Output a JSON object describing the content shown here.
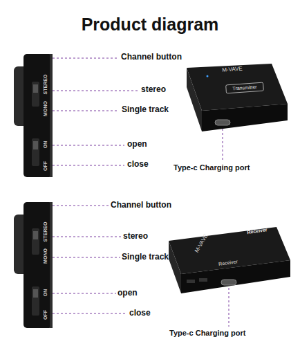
{
  "diagram": {
    "title": "Product diagram",
    "labels": [
      "Channel button",
      "stereo",
      "Single track",
      "open",
      "close",
      "STEREO",
      "MONO",
      "ON",
      "OFF",
      "M-VAVE",
      "Transmitter",
      "Type-c Charging port",
      "Channel button",
      "stereo",
      "Single track",
      "open",
      "close",
      "STEREO",
      "MONO",
      "ON",
      "OFF",
      "Receiver",
      "M-VAVE",
      "Receiver",
      "Type-c Charging port"
    ]
  }
}
